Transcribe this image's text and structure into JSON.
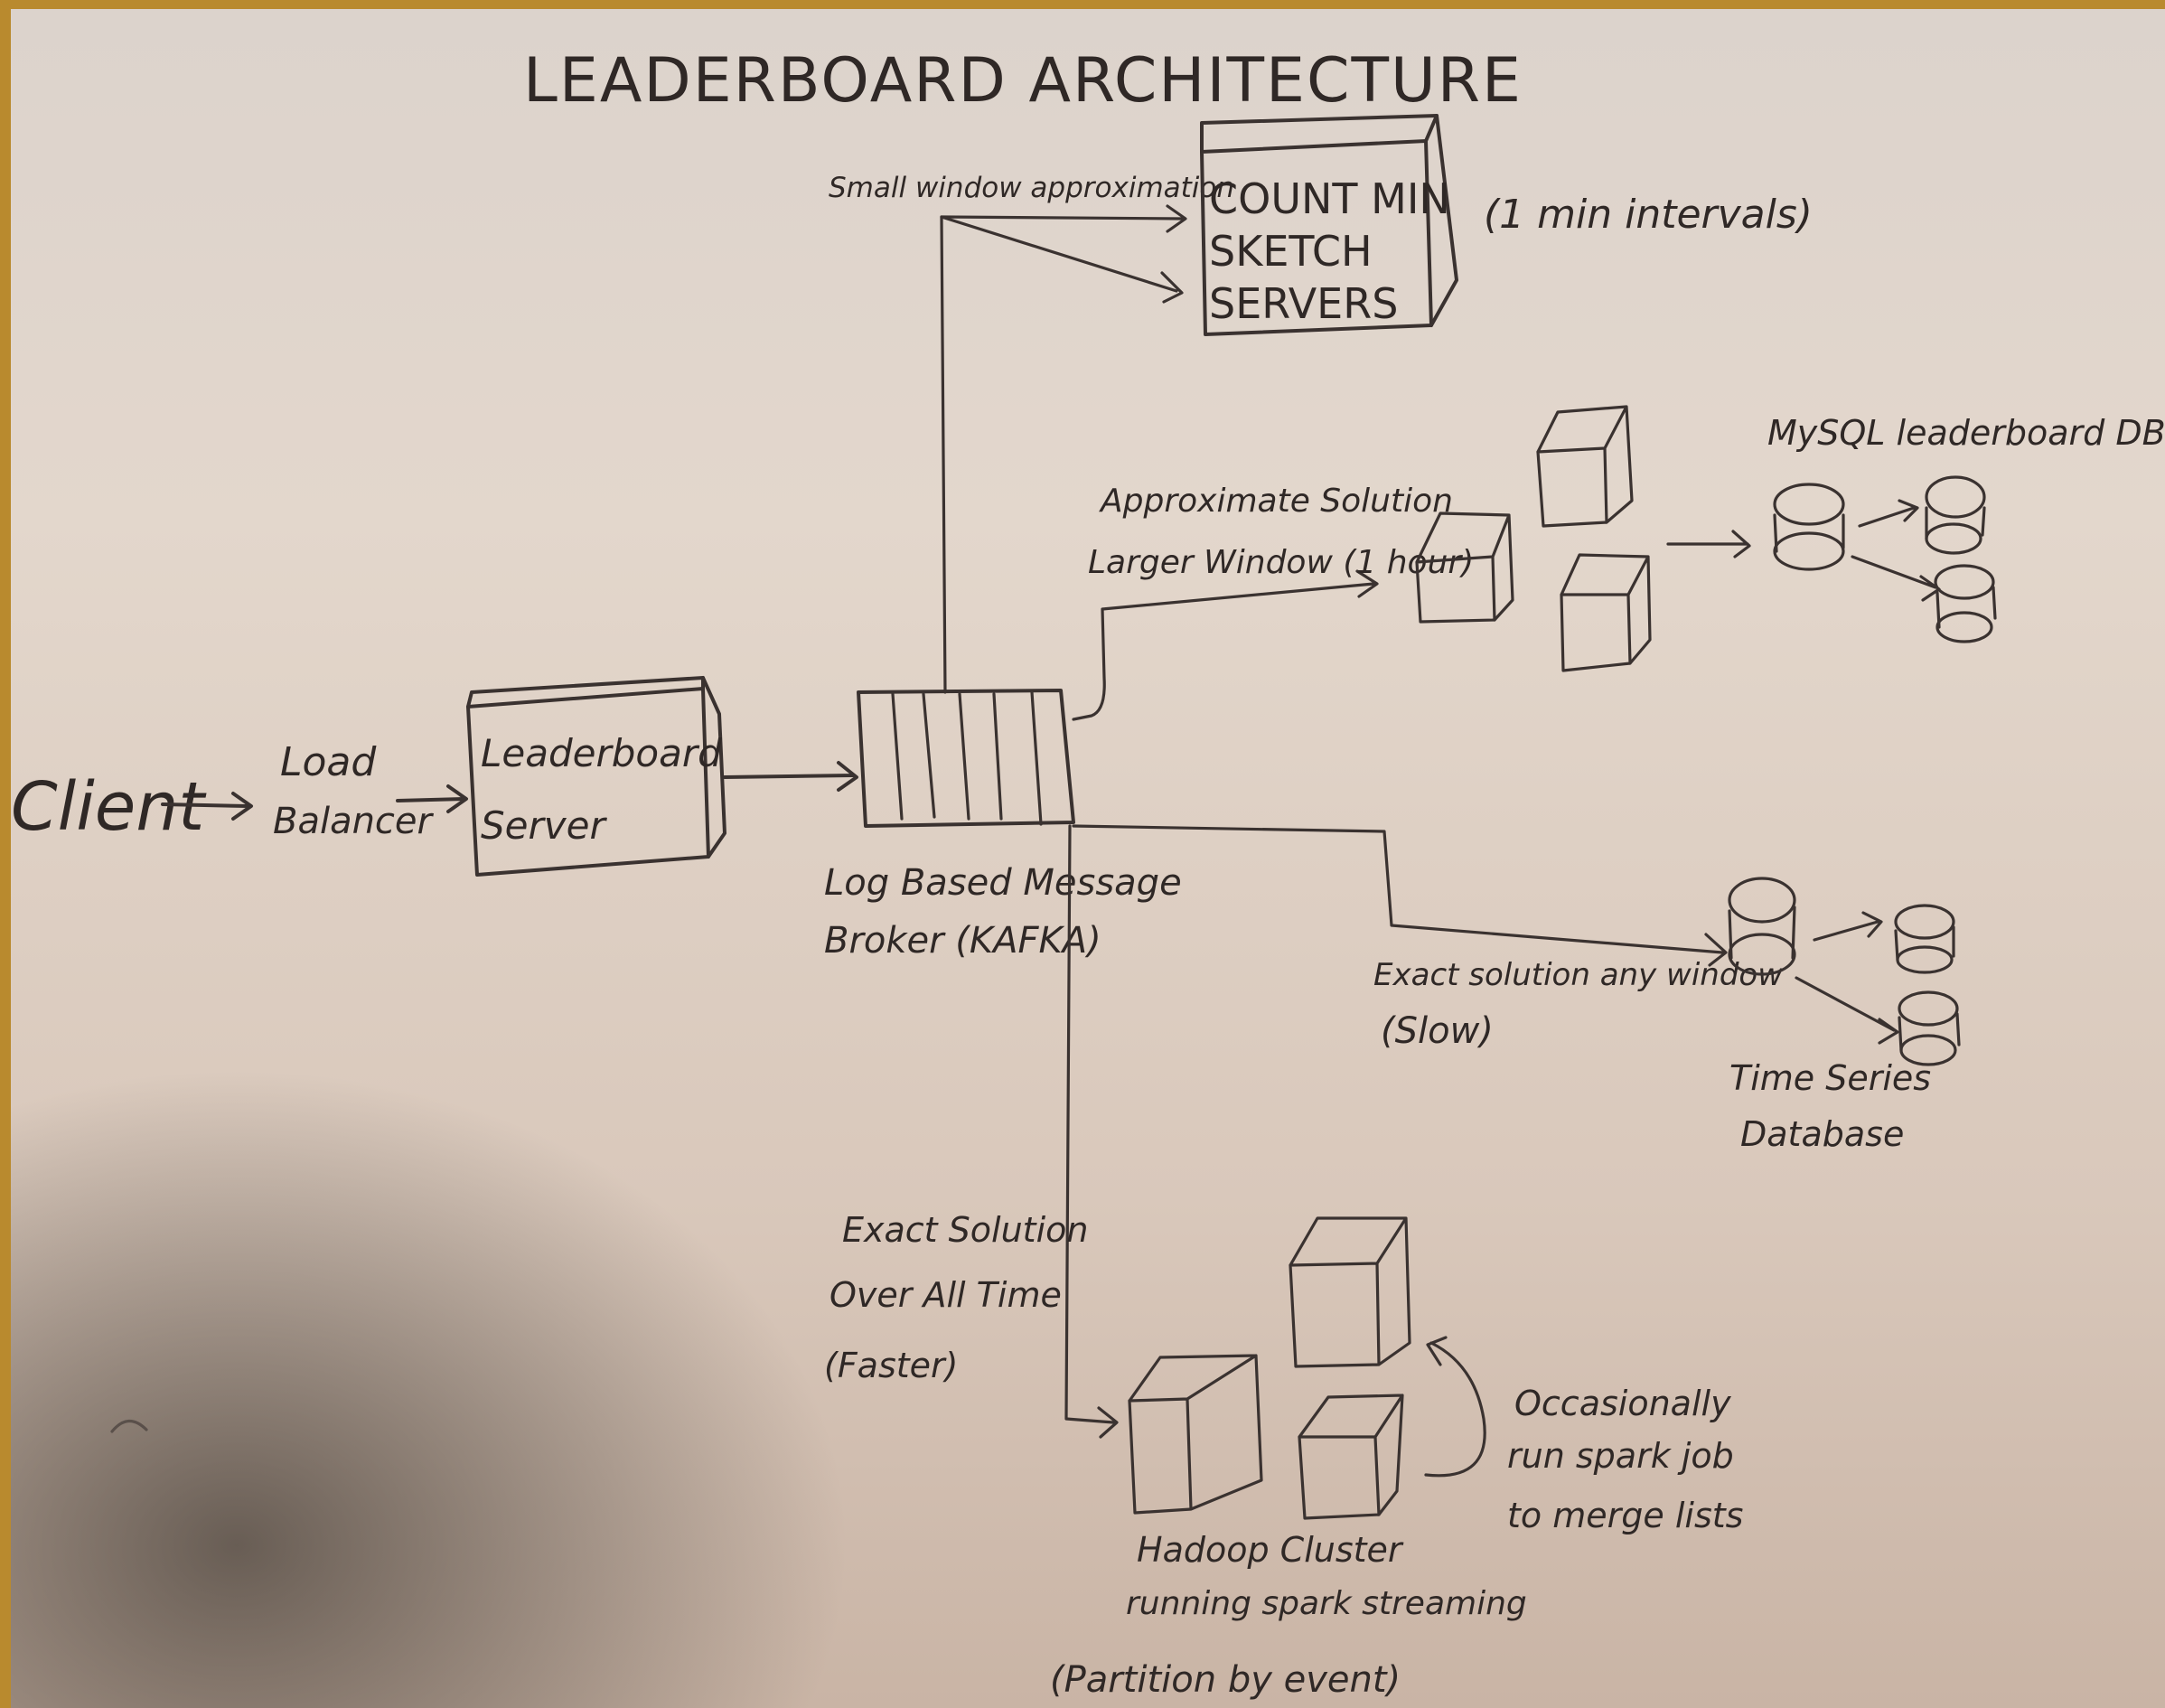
{
  "title": "LEADERBOARD ARCHITECTURE",
  "colors": {
    "ink": "#3a3230",
    "paper": "#e1d6cc",
    "table": "#b98a2e"
  },
  "nodes": {
    "client": "Client",
    "load_balancer": [
      "Load",
      "Balancer"
    ],
    "leaderboard_server": [
      "Leaderboard",
      "Server"
    ],
    "kafka": [
      "Log Based Message",
      "Broker (KAFKA)"
    ],
    "count_min": [
      "COUNT MIN",
      "SKETCH",
      "SERVERS"
    ],
    "count_min_note": "(1 min intervals)",
    "mysql_label": "MySQL leaderboard DB",
    "timeseries_label": [
      "Time Series",
      "Database"
    ],
    "hadoop_label": [
      "Hadoop Cluster",
      "running spark streaming"
    ],
    "hadoop_note": "(Partition by event)",
    "spark_note": [
      "Occasionally",
      "run spark job",
      "to merge lists"
    ]
  },
  "edges": {
    "small_window": "Small window approximation",
    "approx_solution": [
      "Approximate Solution",
      "Larger Window (1 hour)"
    ],
    "exact_any_window": [
      "Exact solution any window",
      "(Slow)"
    ],
    "exact_all_time": [
      "Exact Solution",
      "Over All Time",
      "(Faster)"
    ]
  }
}
